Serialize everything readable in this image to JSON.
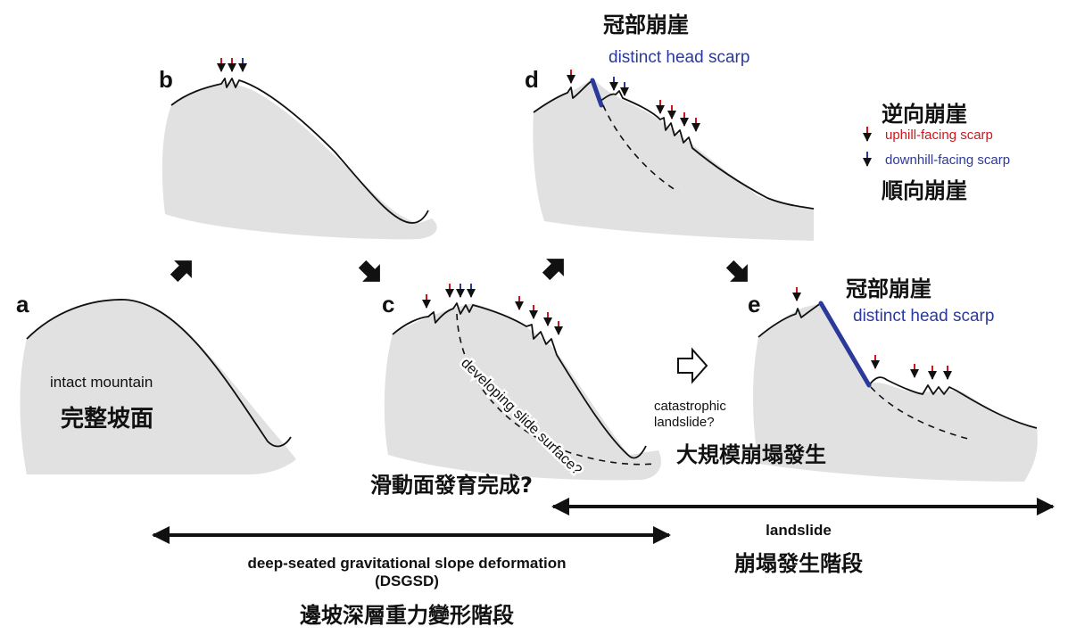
{
  "panels": {
    "a": {
      "letter": "a",
      "label_en": "intact mountain",
      "label_zh": "完整坡面"
    },
    "b": {
      "letter": "b"
    },
    "c": {
      "letter": "c",
      "slide_surface_label": "developing slide surface?",
      "label_zh": "滑動面發育完成?"
    },
    "d": {
      "letter": "d",
      "head_scarp_zh": "冠部崩崖",
      "head_scarp_en": "distinct head scarp"
    },
    "e": {
      "letter": "e",
      "head_scarp_zh": "冠部崩崖",
      "head_scarp_en": "distinct head scarp",
      "label_zh": "大規模崩塌發生"
    }
  },
  "legend": {
    "uphill_zh": "逆向崩崖",
    "uphill_en": "uphill-facing scarp",
    "downhill_en": "downhill-facing scarp",
    "downhill_zh": "順向崩崖",
    "uphill_color": "#d0161c",
    "downhill_color": "#2b3a9a"
  },
  "transition": {
    "catastrophic_line1": "catastrophic",
    "catastrophic_line2": "landslide?"
  },
  "stages": {
    "dsgsd_line1": "deep-seated gravitational slope deformation",
    "dsgsd_line2": "(DSGSD)",
    "dsgsd_zh": "邊坡深層重力變形階段",
    "landslide_en": "landslide",
    "landslide_zh": "崩塌發生階段"
  }
}
